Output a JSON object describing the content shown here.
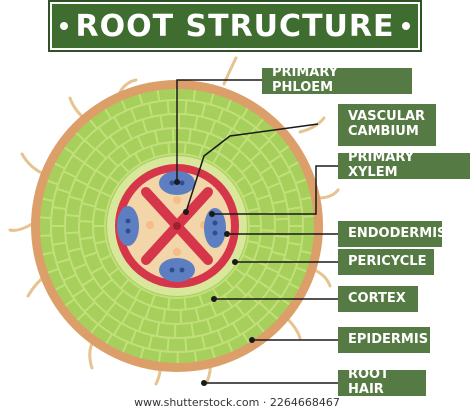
{
  "title": "ROOT STRUCTURE",
  "labels": {
    "primary_phloem": "PRIMARY PHLOEM",
    "vascular_cambium": "VASCULAR CAMBIUM",
    "primary_xylem": "PRIMARY XYLEM",
    "endodermis": "ENDODERMIS",
    "pericycle": "PERICYCLE",
    "cortex": "CORTEX",
    "epidermis": "EPIDERMIS",
    "root_hair": "ROOT HAIR"
  },
  "watermark": "www.shutterstock.com · 2264668467",
  "colors": {
    "banner": "#3f6d30",
    "label_bg": "#567a43",
    "epidermis": "#dd9f6a",
    "cortex": "#a6cf5c",
    "cortex_cells": "#c2e07a",
    "endodermis": "#d8e79b",
    "pericycle": "#d6364a",
    "xylem": "#5d7fc2",
    "phloem": "#f2d5a8"
  }
}
